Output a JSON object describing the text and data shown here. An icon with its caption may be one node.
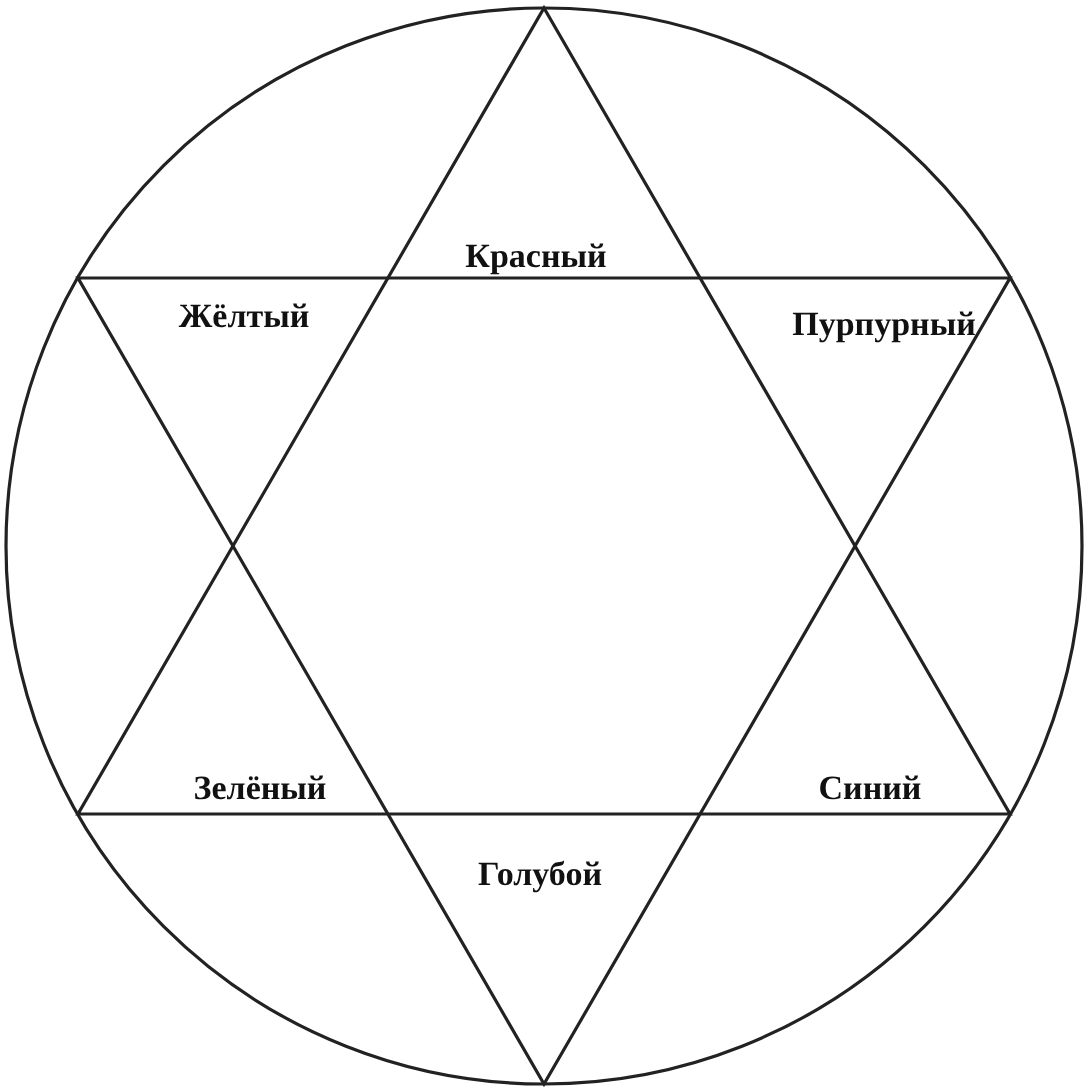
{
  "diagram": {
    "labels": [
      "Красный",
      "Жёлтый",
      "Пурпурный",
      "Зелёный",
      "Синий",
      "Голубой"
    ]
  }
}
